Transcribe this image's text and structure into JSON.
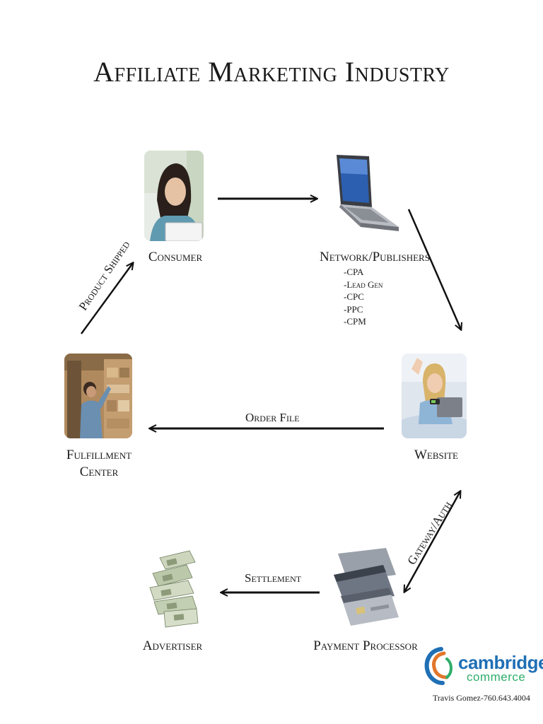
{
  "title": "Affiliate Marketing Industry",
  "nodes": {
    "consumer": "Consumer",
    "network": "Network/Publishers",
    "network_items": [
      "-CPA",
      "-Lead Gen",
      "-CPC",
      "-PPC",
      "-CPM"
    ],
    "website": "Website",
    "fulfillment_line1": "Fulfillment",
    "fulfillment_line2": "Center",
    "payment": "Payment Processor",
    "advertiser": "Advertiser"
  },
  "edges": {
    "order_file": "Order File",
    "settlement": "Settlement",
    "gateway": "Gateway/Auth",
    "product_shipped": "Product Shipped"
  },
  "logo": {
    "line1": "cambridge",
    "line2": "commerce",
    "contact": "Travis Gomez-760.643.4004",
    "colors": {
      "blue": "#1f6fb5",
      "orange": "#e2762a",
      "green": "#2fae6a"
    }
  }
}
